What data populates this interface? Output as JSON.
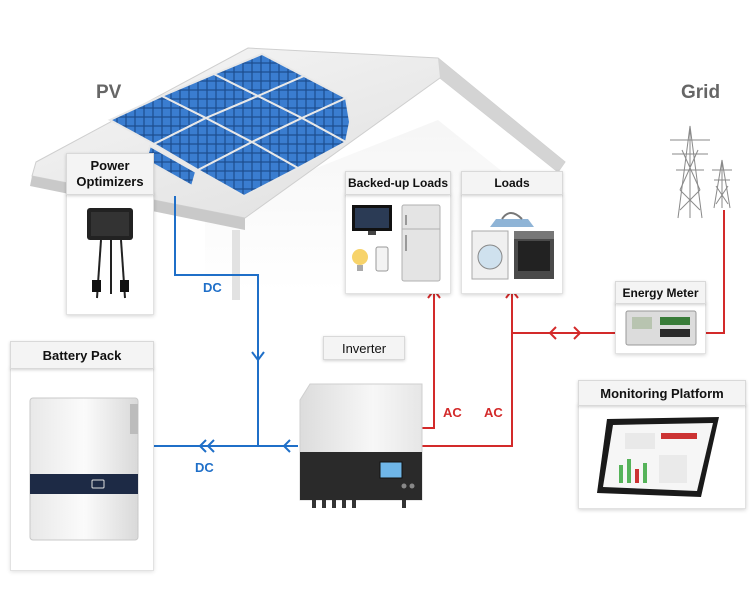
{
  "labels": {
    "pv": "PV",
    "grid": "Grid",
    "power_optimizers": "Power\nOptimizers",
    "backed_up_loads": "Backed-up Loads",
    "loads": "Loads",
    "energy_meter": "Energy Meter",
    "battery_pack": "Battery Pack",
    "inverter": "Inverter",
    "monitoring_platform": "Monitoring Platform"
  },
  "flows": {
    "dc_top": "DC",
    "dc_bottom": "DC",
    "ac_left": "AC",
    "ac_right": "AC"
  },
  "colors": {
    "dc_line": "#1f6fc8",
    "ac_line": "#d32a2a",
    "label_gray": "#666666"
  },
  "icons": [
    "solar-panel-icon",
    "power-optimizer-icon",
    "tv-icon",
    "lightbulb-icon",
    "smartphone-icon",
    "refrigerator-icon",
    "iron-icon",
    "washing-machine-icon",
    "stove-icon",
    "transmission-tower-icon",
    "energy-meter-icon",
    "battery-icon",
    "inverter-icon",
    "monitor-icon"
  ]
}
